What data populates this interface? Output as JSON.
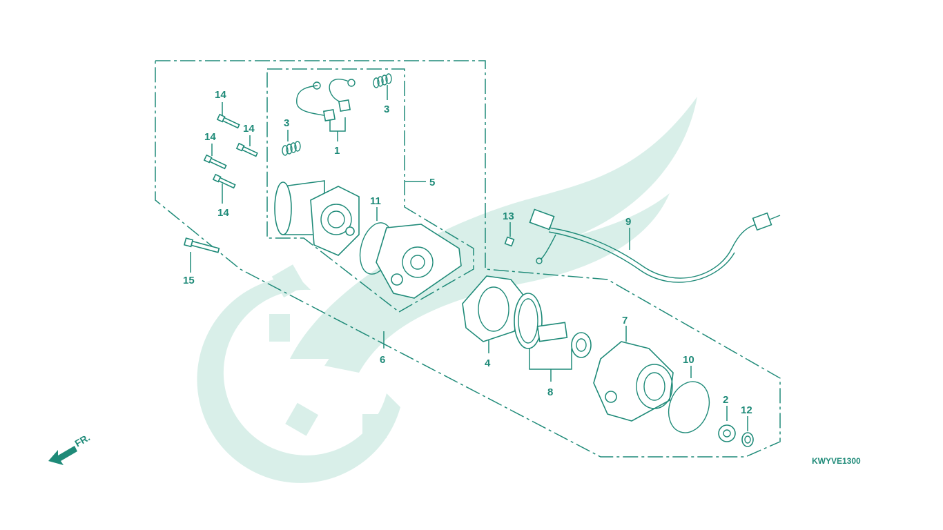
{
  "diagram": {
    "code": "KWYVE1300",
    "front_label": "FR.",
    "callouts": {
      "c1": "1",
      "c2": "2",
      "c3a": "3",
      "c3b": "3",
      "c4": "4",
      "c5": "5",
      "c6": "6",
      "c7": "7",
      "c8": "8",
      "c9": "9",
      "c10": "10",
      "c11": "11",
      "c12": "12",
      "c13": "13",
      "c14a": "14",
      "c14b": "14",
      "c14c": "14",
      "c14d": "14",
      "c15": "15"
    }
  }
}
